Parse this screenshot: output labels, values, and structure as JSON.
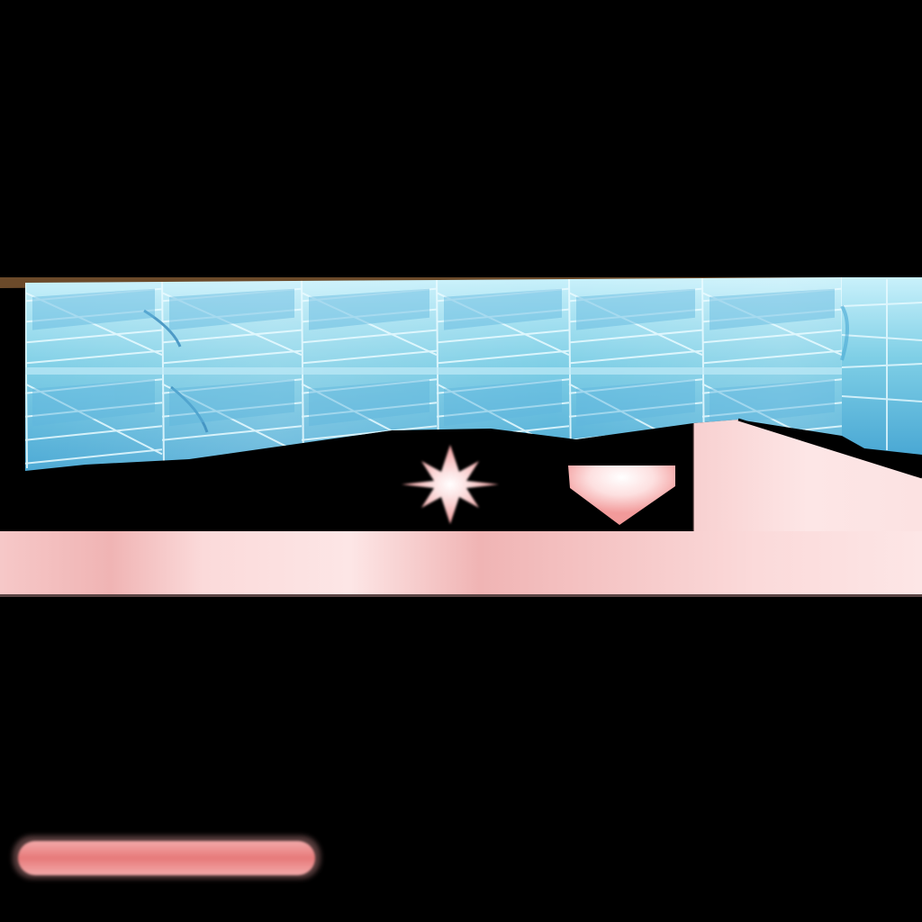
{
  "scene": {
    "background_color": "#000000",
    "ceiling": {
      "texture": "blue-crystal-ice",
      "colors": {
        "base": "#7fcfe6",
        "highlight": "#c9f1fb",
        "deep": "#4aa8d4",
        "trim": "#6b4a2a"
      }
    },
    "floor": {
      "texture": "pink-flesh",
      "colors": {
        "light": "#fde6e6",
        "mid": "#f6c8c8",
        "deep": "#f0b4b4",
        "edge": "#5a4444"
      }
    },
    "step": {
      "texture": "pink-flesh"
    },
    "pickups": [
      {
        "name": "star-pickup",
        "icon": "eight-point-star-icon",
        "color": "#f7b8b8",
        "glow": "#ffffff"
      },
      {
        "name": "gem-pickup",
        "icon": "pentagon-gem-icon",
        "color": "#f4a6a6",
        "glow": "#ffffff"
      }
    ]
  },
  "hud": {
    "health_bar": {
      "level": 1.0,
      "fill_color": "#e67a7a",
      "glow_color": "#f3a9a9"
    }
  }
}
